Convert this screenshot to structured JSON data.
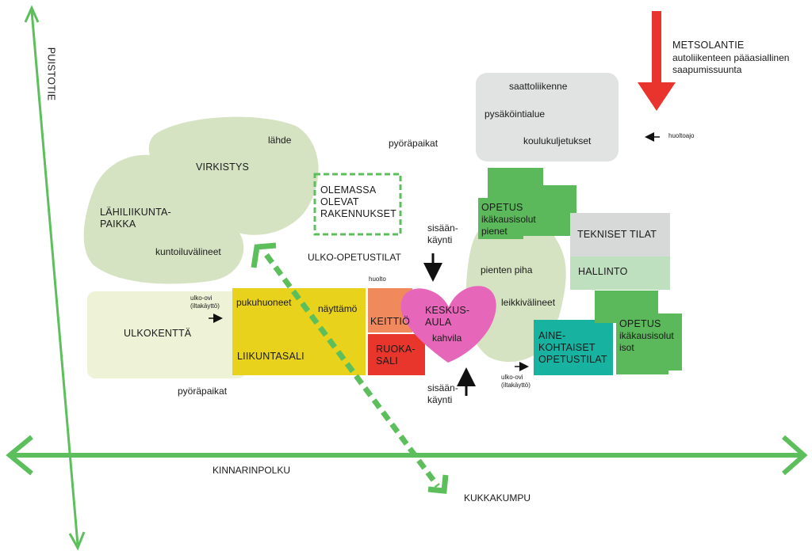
{
  "roads": {
    "puistotie": "PUISTOTIE",
    "kinnarinpolku": "KINNARINPOLKU",
    "kukkakumpu": "KUKKAKUMPU",
    "metsolantie_title": "METSOLANTIE",
    "metsolantie_desc": "autoliikenteen pääasiallinen\nsaapumissuunta"
  },
  "outdoor": {
    "virkistys": "VIRKISTYS",
    "lahde": "lähde",
    "lahiliikuntapaikka": "LÄHILIIKUNTA-\nPAIKKA",
    "kuntoiluvalineet": "kuntoiluvälineet",
    "pyorapaikat_top": "pyöräpaikat",
    "olemassa": "OLEMASSA\nOLEVAT\nRAKENNUKSET",
    "ulko_opetustilat": "ULKO-OPETUSTILAT",
    "ulkokentta": "ULKOKENTTÄ",
    "pyorapaikat_bottom": "pyöräpaikat",
    "pienten_piha": "pienten piha",
    "leikkivalineet": "leikkivälineet"
  },
  "parking": {
    "saattoliikenne": "saattoliikenne",
    "pysakointialue": "pysäköintialue",
    "koulukuljetukset": "koulukuljetukset",
    "huoltoajo": "huoltoajo"
  },
  "rooms": {
    "ulko_ovi_left": "ulko-ovi\n(iltakäyttö)",
    "pukuhuoneet": "pukuhuoneet",
    "nayttamo": "näyttämö",
    "liikuntasali": "LIIKUNTASALI",
    "huolto": "huolto",
    "keittio": "KEITTIÖ",
    "ruokasali": "RUOKA-\nSALI",
    "keskusaula": "KESKUS-\nAULA",
    "kahvila": "kahvila",
    "sisaankaynti_top": "sisään-\nkäynti",
    "sisaankaynti_bottom": "sisään-\nkäynti",
    "opetus_pienet_title": "OPETUS",
    "opetus_pienet_desc": "ikäkausisolut\npienet",
    "tekniset_tilat": "TEKNISET TILAT",
    "hallinto": "HALLINTO",
    "aine": "AINE-\nKOHTAISET\nOPETUSTILAT",
    "ulko_ovi_right": "ulko-ovi\n(iltakäyttö)",
    "opetus_isot_title": "OPETUS",
    "opetus_isot_desc": "ikäkausisolut\nisot"
  },
  "colors": {
    "road_green": "#5cbf5c",
    "area_green": "#d6e3c3",
    "field_green": "#eef3d8",
    "yellow": "#e8d21c",
    "orange": "#f08a5c",
    "red": "#e8362d",
    "pink": "#e667b9",
    "teal": "#17b3a0",
    "dark_green": "#5bb85b",
    "grey": "#d7d8d8",
    "light_green": "#bfe0bf",
    "arrow_red": "#e8342c"
  }
}
